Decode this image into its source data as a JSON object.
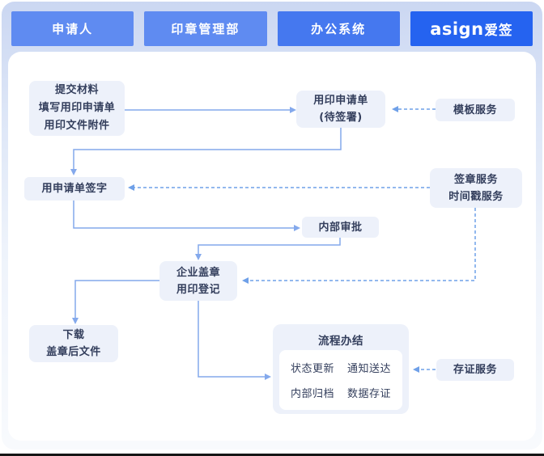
{
  "header": {
    "tabs": [
      {
        "id": "applicant",
        "label": "申请人"
      },
      {
        "id": "seal-management-dept",
        "label": "印章管理部"
      },
      {
        "id": "office-system",
        "label": "办公系统"
      },
      {
        "id": "asign",
        "brand": "asign",
        "brand_suffix": "爱签"
      }
    ]
  },
  "flow": {
    "submit": {
      "line1": "提交材料",
      "line2": "填写用印申请单",
      "line3": "用印文件附件"
    },
    "apply_form": {
      "line1": "用印申请单",
      "line2": "(待签署)"
    },
    "template_service": {
      "label": "模板服务"
    },
    "sign_form": {
      "label": "用申请单签字"
    },
    "seal_service": {
      "line1": "签章服务",
      "line2": "时间戳服务"
    },
    "internal_approval": {
      "label": "内部审批"
    },
    "company_seal": {
      "line1": "企业盖章",
      "line2": "用印登记"
    },
    "download": {
      "line1": "下载",
      "line2": "盖章后文件"
    },
    "process_end": {
      "title": "流程办结",
      "items": [
        "状态更新",
        "通知送达",
        "内部归档",
        "数据存证"
      ]
    },
    "evidence_service": {
      "label": "存证服务"
    }
  },
  "colors": {
    "lane_header_light": "#5f8bf1",
    "lane_header_medium": "#4578ef",
    "lane_header_brand": "#2563f0",
    "container_top": "#cbd7f2",
    "panel_bg": "#ffffff",
    "box_bg": "#edf1fa",
    "box_text": "#333e5c",
    "solid_line": "#84a9ec",
    "dashed_line": "#6fa0e8",
    "bottom_edge": "#161616"
  }
}
